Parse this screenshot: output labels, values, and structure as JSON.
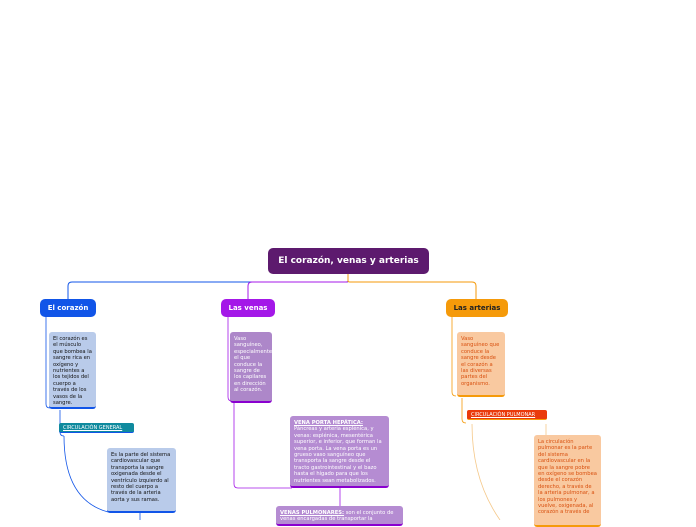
{
  "map": {
    "root": "El corazón, venas y arterias",
    "branches": {
      "corazon": {
        "title": "El corazón",
        "desc": "El corazón es el músculo que bombea la sangre rica en oxígeno y nutrientes a los tejidos del cuerpo a través de los vasos de la sangre.",
        "sub_tag": "CIRCULACIÓN GENERAL",
        "sub_desc": "Es la parte del sistema cardiovascular que transporta la sangre oxigenada desde el ventrículo izquierdo al resto del cuerpo a través de la arteria aorta y sus ramas."
      },
      "venas": {
        "title": "Las venas",
        "desc": "Vaso sanguíneo, especialmente el que conduce la sangre de los capilares en dirección al corazón.",
        "porta_title": "VENA PORTA HEPÁTICA:",
        "porta_text": "Páncreas y arteria esplénica, y venas: esplénica, mesentérica superior, e inferior, que forman la vena porta. La vena porta es un grueso vaso sanguíneo que transporta la sangre desde el tracto gastrointestinal y el bazo hasta el hígado para que los nutrientes sean metabolizados.",
        "pulm_title": "VENAS PULMONARES:",
        "pulm_text": " son el conjunto de venas encargadas de transportar la"
      },
      "arterias": {
        "title": "Las arterias",
        "desc": "Vaso sanguíneo que conduce la sangre desde el corazón a las diversas partes del organismo.",
        "sub_tag": "CIRCULACIÓN PULMONAR",
        "sub_desc": "La circulación pulmonar es la parte del sistema cardiovascular en la que la sangre pobre en oxígeno se bombea desde el corazón derecho, a través de la arteria pulmonar, a los pulmones y vuelve, oxigenada, al corazón a través de"
      }
    }
  },
  "colors": {
    "root": "#5d1a6e",
    "corazon": "#1155e8",
    "venas": "#a418e8",
    "arterias": "#f59a0a"
  }
}
